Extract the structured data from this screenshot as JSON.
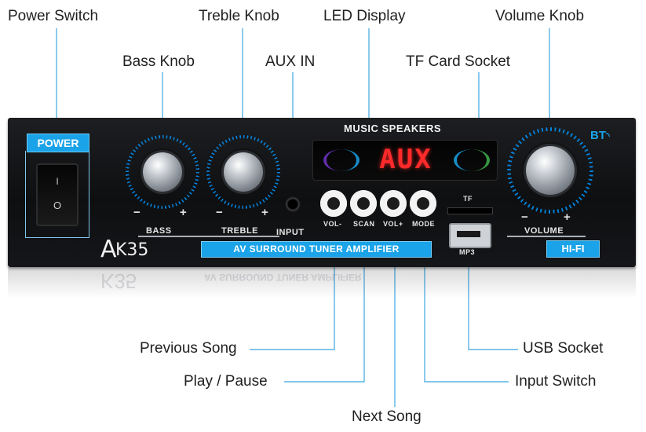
{
  "callouts": {
    "power_switch": "Power Switch",
    "treble_knob": "Treble Knob",
    "led_display": "LED Display",
    "volume_knob": "Volume Knob",
    "bass_knob": "Bass Knob",
    "aux_in": "AUX IN",
    "tf_card_socket": "TF Card Socket",
    "previous_song": "Previous Song",
    "play_pause": "Play / Pause",
    "next_song": "Next Song",
    "usb_socket": "USB Socket",
    "input_switch": "Input Switch"
  },
  "panel": {
    "power_label": "POWER",
    "switch_on": "I",
    "switch_off": "O",
    "bass_label": "BASS",
    "treble_label": "TREBLE",
    "input_label": "INPUT",
    "minus": "−",
    "plus": "+",
    "music_speakers": "MUSIC SPEAKERS",
    "led_text": "AUX",
    "buttons": [
      "VOL-",
      "SCAN",
      "VOL+",
      "MODE"
    ],
    "tf_label": "TF",
    "mp3_label": "MP3",
    "bt_label": "BT",
    "volume_label": "VOLUME",
    "hifi_label": "HI-FI",
    "model_prefix": "A",
    "model_suffix": "K35",
    "banner": "AV SURROUND TUNER AMPLIFIER"
  },
  "colors": {
    "accent_blue": "#1aa3e8",
    "led_red": "#ff2a2a",
    "panel_black": "#141518",
    "leader_line": "#59b3e6"
  }
}
